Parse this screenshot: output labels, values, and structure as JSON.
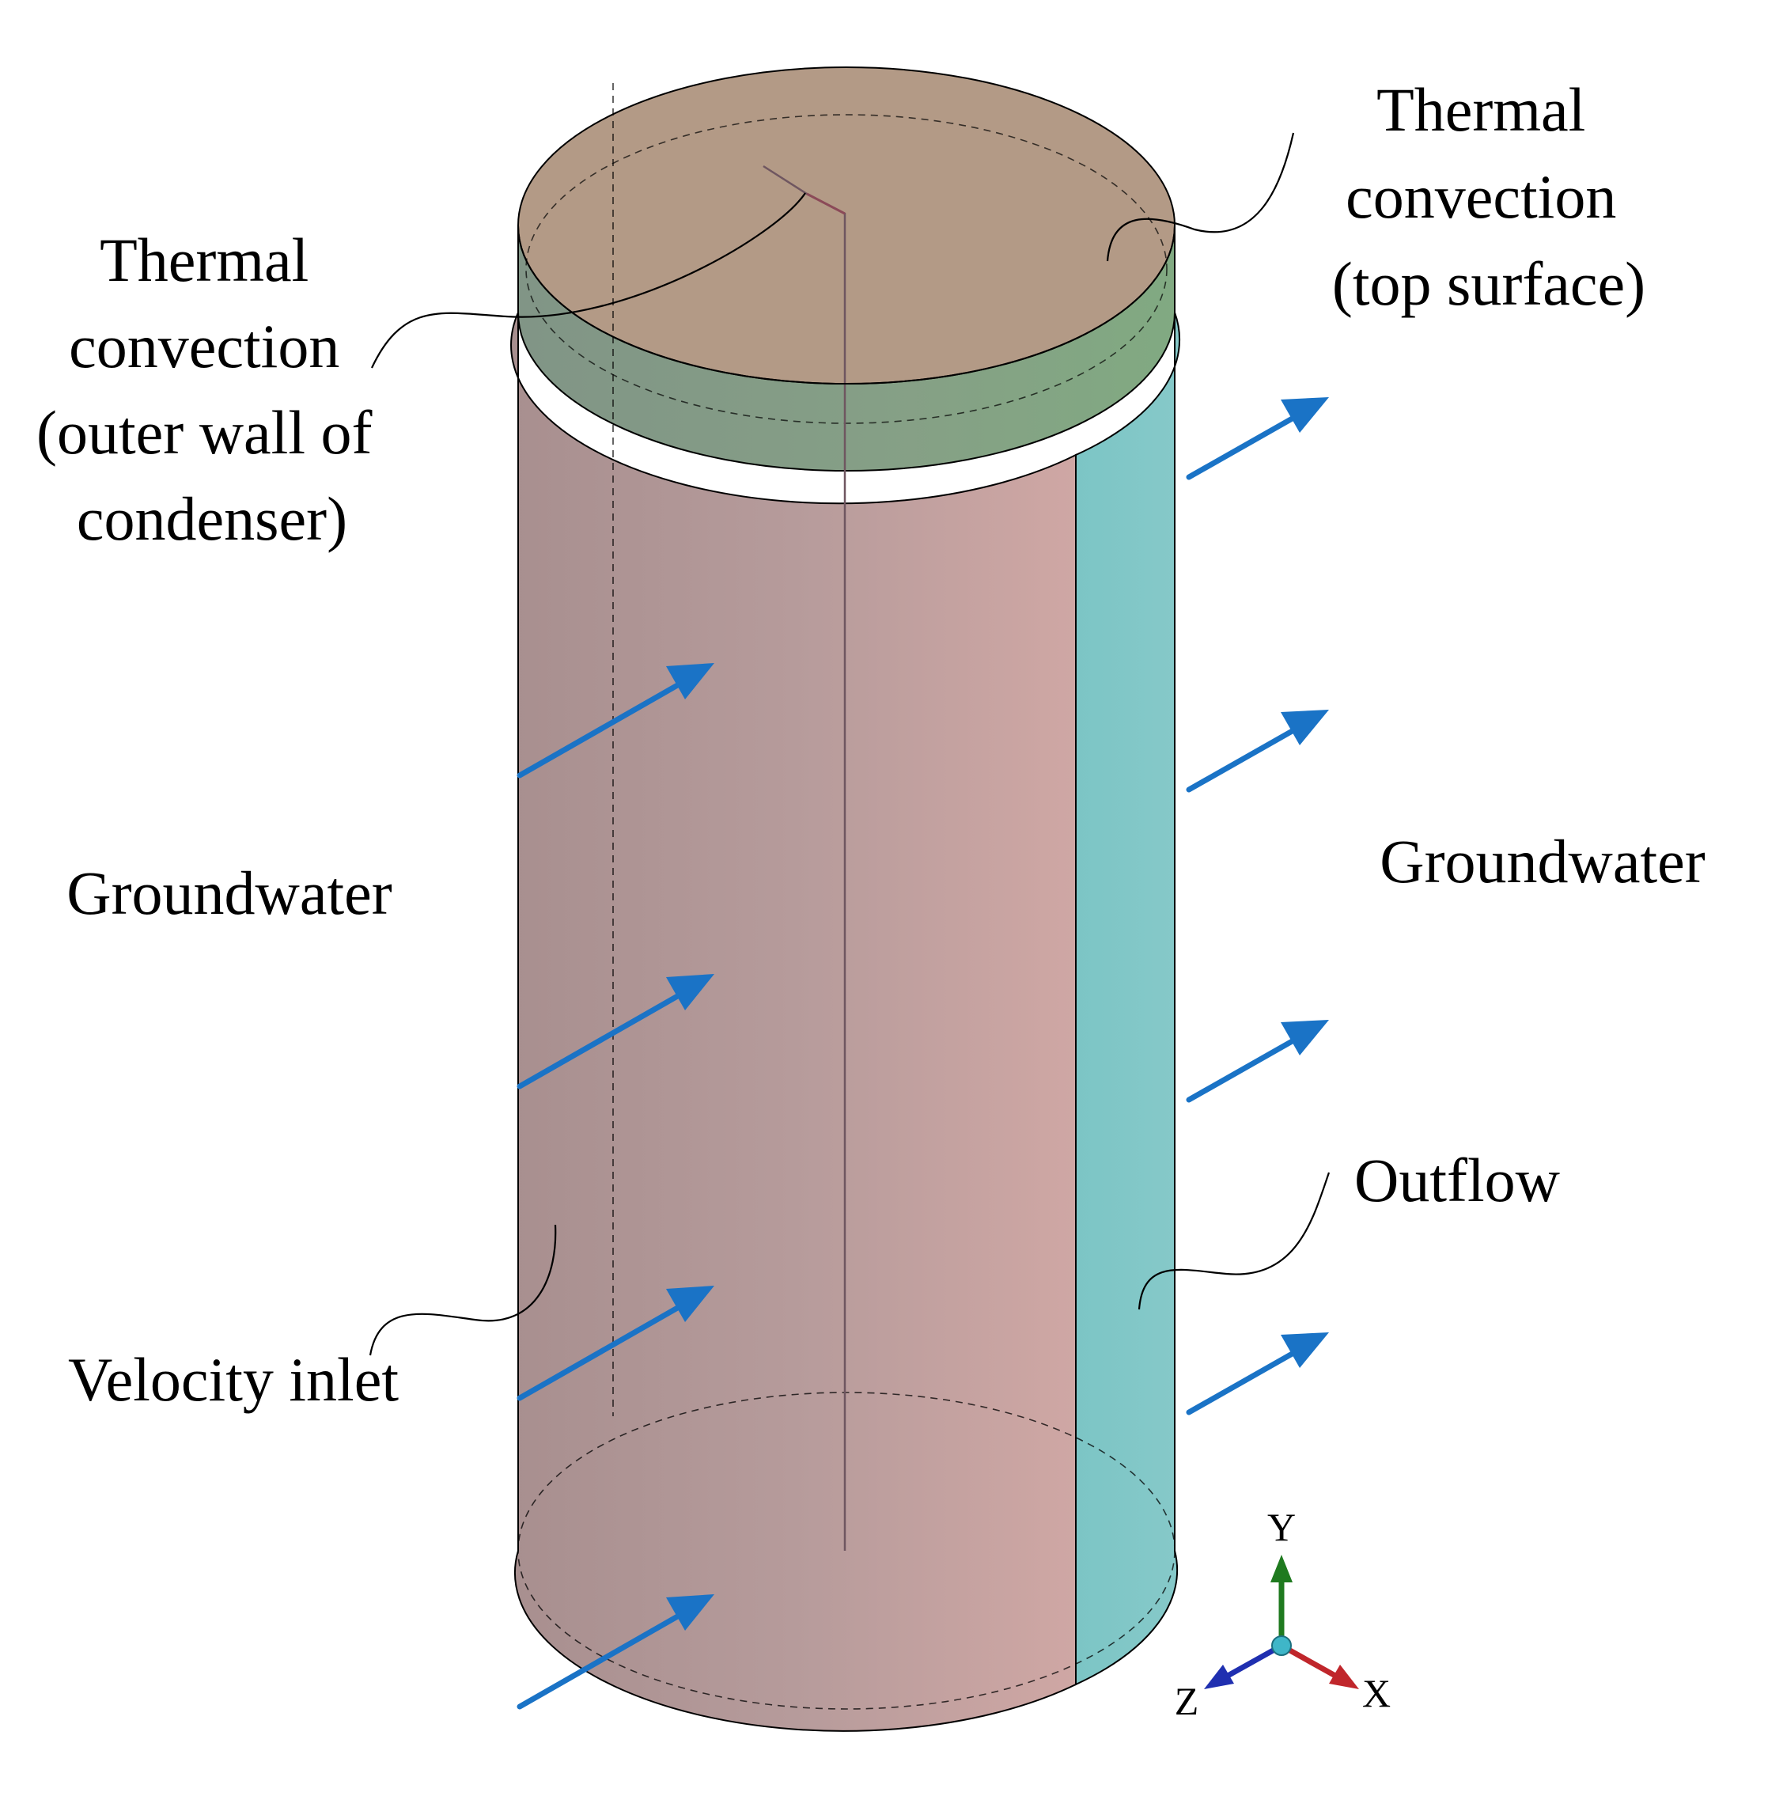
{
  "labels": {
    "convection_condenser": [
      "Thermal",
      "convection",
      "(outer wall of",
      "condenser)"
    ],
    "convection_top": [
      "Thermal",
      "convection",
      "(top surface)"
    ],
    "groundwater_left": "Groundwater",
    "groundwater_right": "Groundwater",
    "velocity_inlet": "Velocity inlet",
    "outflow": "Outflow"
  },
  "axes": {
    "x": "X",
    "y": "Y",
    "z": "Z"
  },
  "colors": {
    "inlet_surface": "#b59a9a",
    "outlet_surface": "#82c6c6",
    "top_cap": "#b39a86",
    "condenser_band": "#7f9a7f",
    "flow_arrow": "#1a73c6",
    "axis_x": "#c0262b",
    "axis_y": "#1f7a1f",
    "axis_z": "#1f2fb0",
    "axis_origin": "#3fb6c8"
  }
}
